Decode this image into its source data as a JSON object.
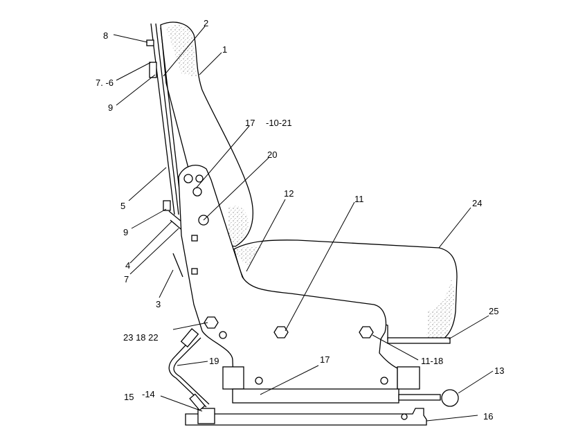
{
  "diagram": {
    "labels": {
      "l1": "1",
      "l2": "2",
      "l3": "3",
      "l4": "4",
      "l5": "5",
      "l7": "7",
      "l7_6": "7. -6",
      "l8": "8",
      "l9_top": "9",
      "l9_mid": "9",
      "l11": "11",
      "l11_18": "11-18",
      "l12": "12",
      "l13": "13",
      "l14": "-14",
      "l15": "15",
      "l16": "16",
      "l17_top": "17",
      "l17_bot": "17",
      "l19": "19",
      "l20": "20",
      "l10_21": "-10-21",
      "l23_18_22": "23 18 22",
      "l24": "24",
      "l25": "25"
    }
  }
}
